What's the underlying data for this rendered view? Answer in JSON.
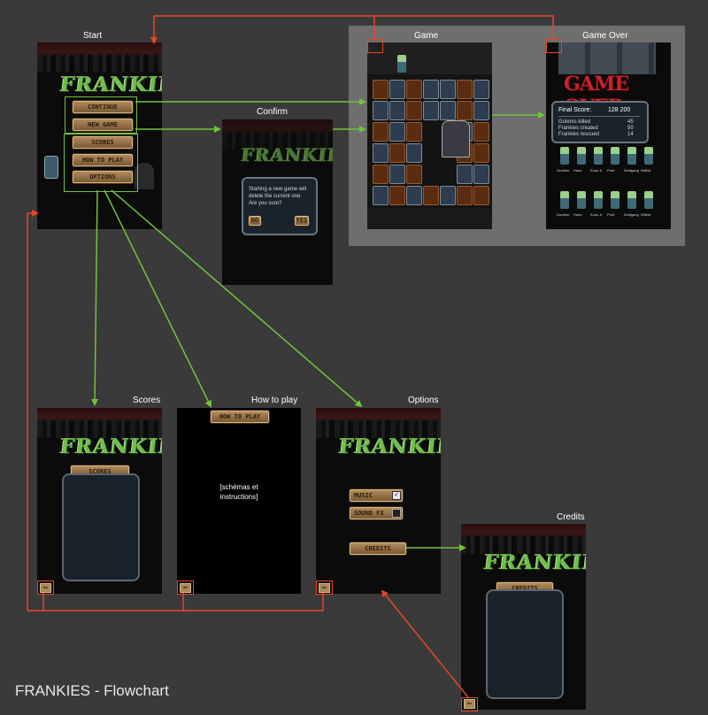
{
  "screens": {
    "start": {
      "label": "Start",
      "buttons": [
        "CONTINUE",
        "NEW GAME",
        "SCORES",
        "HOW TO PLAY",
        "OPTIONS"
      ],
      "logo": "FRANKIES"
    },
    "confirm": {
      "label": "Confirm",
      "logo": "FRANKIES",
      "dialog_text": "Starting a new game will delete the current one. Are you sure?",
      "no": "NO",
      "yes": "YES"
    },
    "game": {
      "label": "Game"
    },
    "game_over": {
      "label": "Game Over",
      "banner": "GAME OVER",
      "final_score_label": "Final Score:",
      "final_score_value": "128 200",
      "stats": [
        {
          "label": "Golems killed",
          "value": "45"
        },
        {
          "label": "Frankies created",
          "value": "50"
        },
        {
          "label": "Frankies rescued",
          "value": "14"
        }
      ],
      "names": [
        "Gunther",
        "Hans",
        "Evan Jr",
        "Portr",
        "Wolfgang",
        "Wilfrid"
      ]
    },
    "scores": {
      "label": "Scores",
      "logo": "FRANKIES",
      "button": "SCORES"
    },
    "howto": {
      "label": "How to play",
      "button": "HOW TO PLAY",
      "body": "[schémas et instructions]"
    },
    "options": {
      "label": "Options",
      "logo": "FRANKIES",
      "music": "MUSIC",
      "sound": "SOUND FX",
      "credits": "CREDITS"
    },
    "credits": {
      "label": "Credits",
      "logo": "FRANKIES",
      "button": "CREDITS"
    }
  },
  "footer_title": "FRANKIES - Flowchart",
  "colors": {
    "background": "#3a3a3a",
    "green_arrow": "#6fc43b",
    "red_arrow": "#e8452a",
    "group_box": "#6e6e6e"
  }
}
